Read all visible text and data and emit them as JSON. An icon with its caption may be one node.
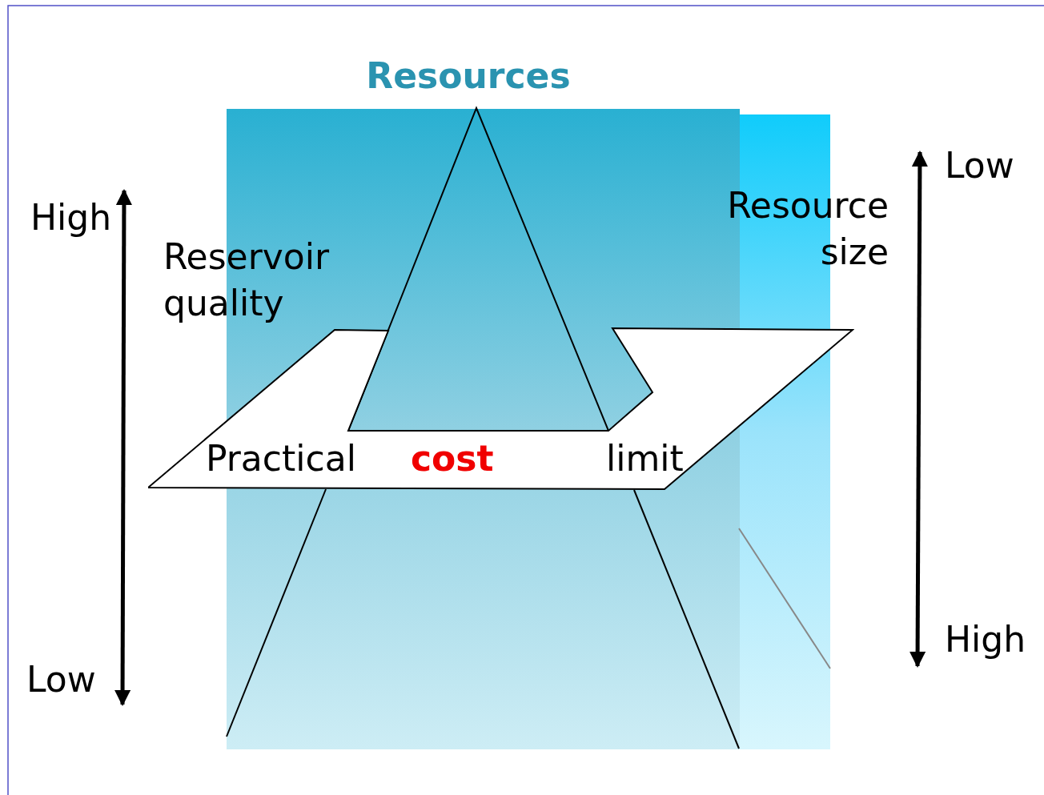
{
  "diagram": {
    "title": "Resources",
    "nodes": [
      {
        "text": [
          "Practical",
          "cost",
          "limit"
        ]
      }
    ],
    "labels": [
      "Low",
      "High",
      "Resource size",
      "Reservoir quality",
      "High",
      "Low"
    ]
  }
}
